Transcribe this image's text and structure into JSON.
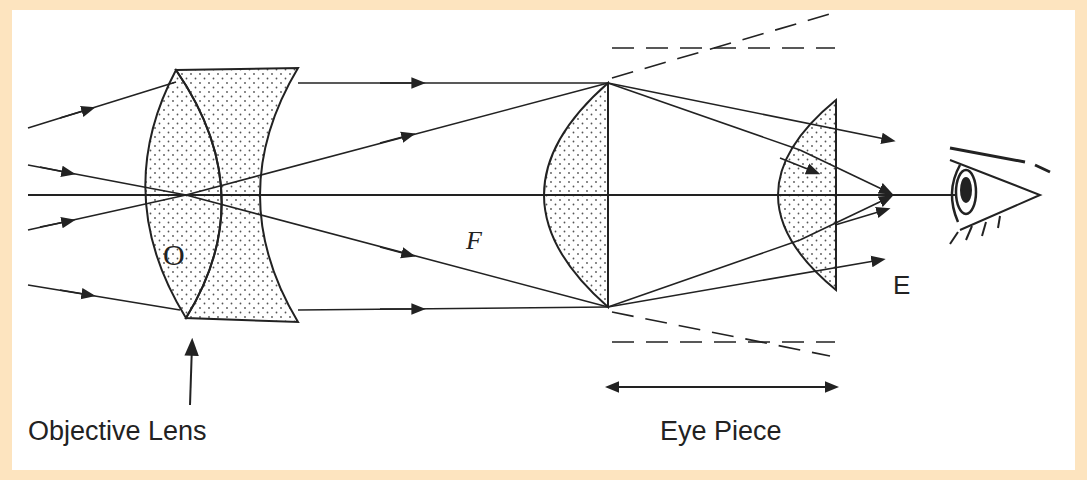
{
  "diagram": {
    "labels": [
      "O",
      "F",
      "E",
      "Objective Lens",
      "Eye Piece"
    ]
  }
}
